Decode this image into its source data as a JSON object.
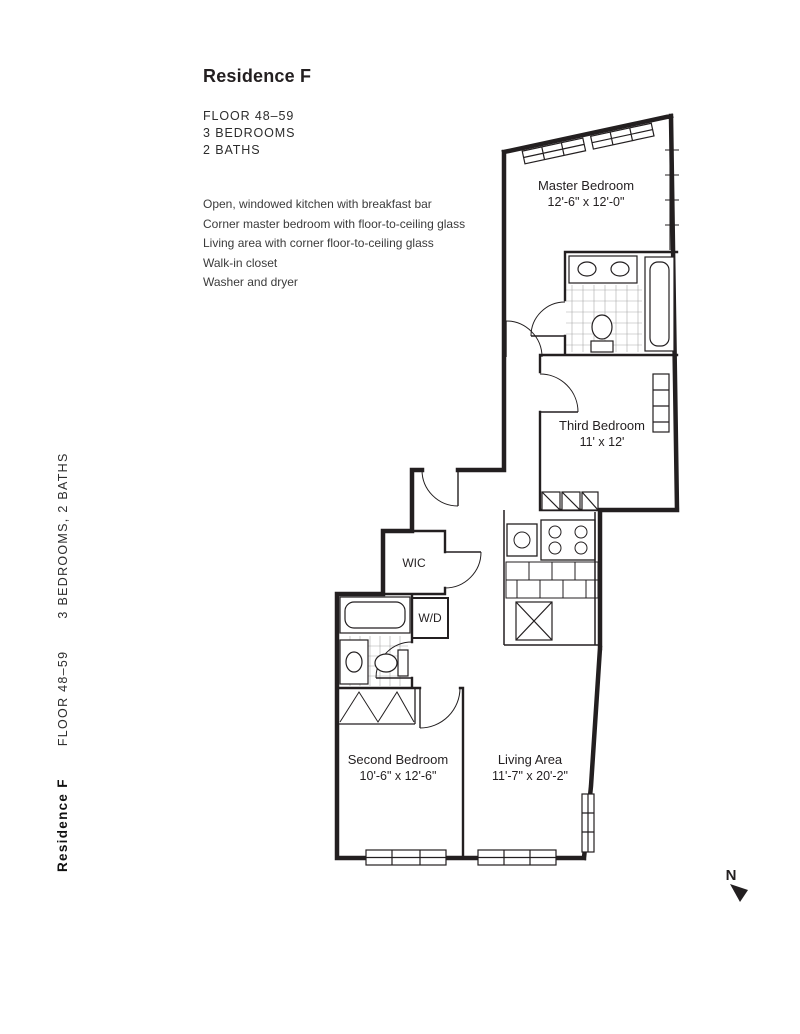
{
  "header": {
    "title": "Residence F",
    "floor": "FLOOR 48–59",
    "bedrooms": "3 BEDROOMS",
    "baths": "2 BATHS",
    "features": [
      "Open, windowed kitchen with breakfast bar",
      "Corner master bedroom with floor-to-ceiling glass",
      "Living area with corner floor-to-ceiling glass",
      "Walk-in closet",
      "Washer and dryer"
    ]
  },
  "sidebar": {
    "title": "Residence F",
    "floor": "FLOOR 48–59",
    "config": "3 BEDROOMS, 2 BATHS"
  },
  "plan": {
    "rooms": {
      "master": {
        "label": "Master Bedroom",
        "dims": "12'-6\" x 12'-0\""
      },
      "third": {
        "label": "Third Bedroom",
        "dims": "11' x 12'"
      },
      "second": {
        "label": "Second Bedroom",
        "dims": "10'-6\" x 12'-6\""
      },
      "living": {
        "label": "Living Area",
        "dims": "11'-7\" x 20'-2\""
      },
      "wic": {
        "label": "WIC"
      },
      "wd": {
        "label": "W/D"
      }
    },
    "compass": "N"
  },
  "colors": {
    "line": "#231f20",
    "grid": "#aaaaaa"
  }
}
